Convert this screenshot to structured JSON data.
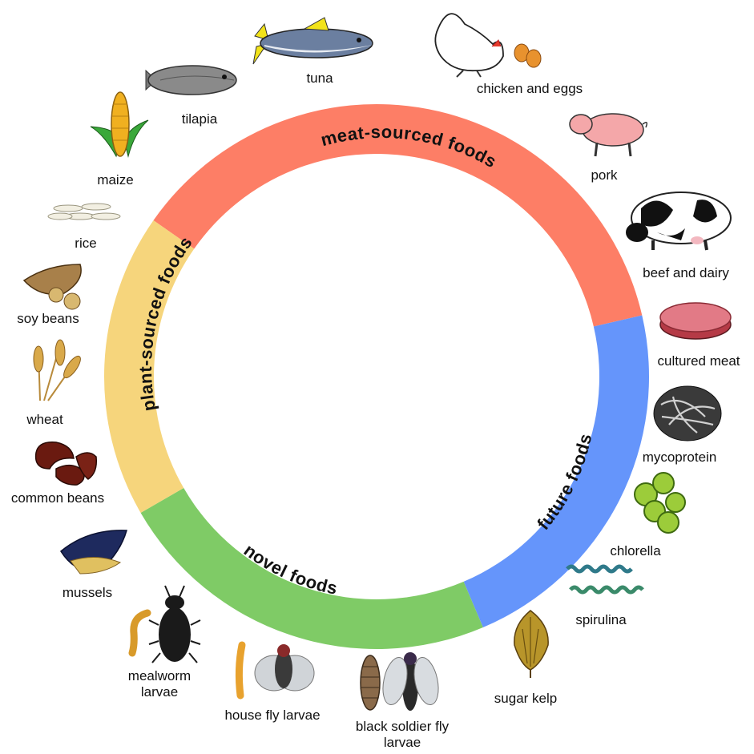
{
  "segments": [
    {
      "label": "meat-sourced foods",
      "color": "#fd7e66"
    },
    {
      "label": "future foods",
      "color": "#6595fb"
    },
    {
      "label": "novel foods",
      "color": "#7fcb66"
    },
    {
      "label": "plant-sourced foods",
      "color": "#f6d57c"
    }
  ],
  "items": {
    "tuna": "tuna",
    "chicken_and_eggs": "chicken and eggs",
    "pork": "pork",
    "beef_and_dairy": "beef and dairy",
    "cultured_meat": "cultured meat",
    "mycoprotein": "mycoprotein",
    "chlorella": "chlorella",
    "spirulina": "spirulina",
    "sugar_kelp": "sugar kelp",
    "black_soldier_fly_larvae_1": "black soldier fly",
    "black_soldier_fly_larvae_2": "larvae",
    "house_fly_larvae": "house fly larvae",
    "mealworm_larvae_1": "mealworm",
    "mealworm_larvae_2": "larvae",
    "mussels": "mussels",
    "common_beans": "common beans",
    "wheat": "wheat",
    "soy_beans": "soy beans",
    "rice": "rice",
    "maize": "maize",
    "tilapia": "tilapia"
  }
}
